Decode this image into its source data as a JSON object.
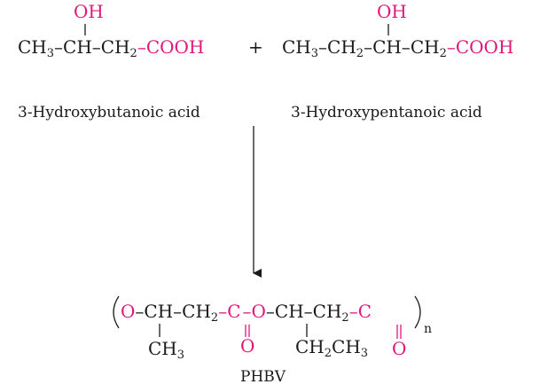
{
  "colors": {
    "text": "#1a1a1a",
    "accent": "#e0167c"
  },
  "labels": {
    "reactant1": "3-Hydroxybutanoic acid",
    "reactant2": "3-Hydroxypentanoic acid",
    "product": "PHBV",
    "plus": "+"
  },
  "reactant1": {
    "oh": "OH",
    "ch3": "CH",
    "ch3_sub": "3",
    "ch": "–CH–",
    "ch2": "CH",
    "ch2_sub": "2",
    "cooh": "–COOH"
  },
  "reactant2": {
    "oh": "OH",
    "ch3": "CH",
    "ch3_sub": "3",
    "ch2a": "–CH",
    "ch2a_sub": "2",
    "ch": "–CH–",
    "ch2b": "CH",
    "ch2b_sub": "2",
    "cooh": "–COOH"
  },
  "product": {
    "o1": "O",
    "ch1": "–CH–",
    "ch2": "CH",
    "ch2_sub": "2",
    "c1": "–C",
    "o2": "–O",
    "ch3": "–CH–",
    "ch4": "CH",
    "ch4_sub": "2",
    "c2": "–C",
    "n": "n",
    "carbonyl1": "O",
    "carbonyl2": "O",
    "methyl": "CH",
    "methyl_sub": "3",
    "ethyl": "CH",
    "ethyl_sub": "2",
    "ethyl2": "CH",
    "ethyl2_sub": "3"
  }
}
